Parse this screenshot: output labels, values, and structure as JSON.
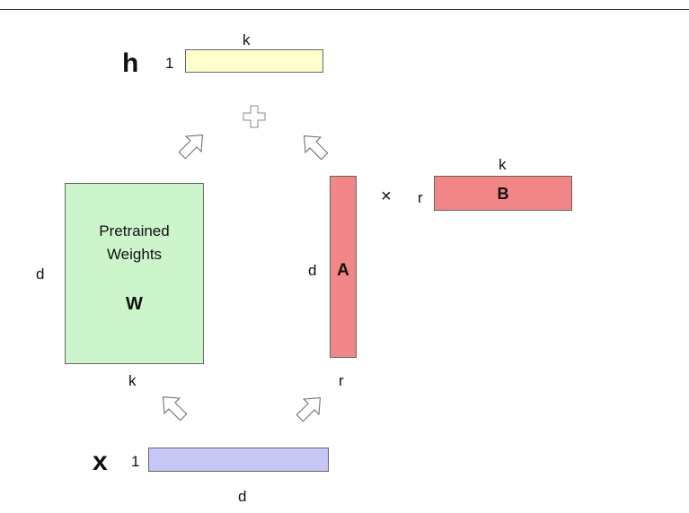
{
  "title": "",
  "output": {
    "symbol": "h",
    "rows": "1",
    "cols": "k",
    "color": "#ffffcc"
  },
  "input": {
    "symbol": "x",
    "rows": "1",
    "cols": "d",
    "color": "#c7c7f5"
  },
  "pretrained": {
    "line1": "Pretrained",
    "line2": "Weights",
    "symbol": "W",
    "rows": "d",
    "cols": "k",
    "color": "#ccf5cc"
  },
  "adapter_a": {
    "symbol": "A",
    "rows": "d",
    "cols": "r",
    "color": "#f28585"
  },
  "adapter_b": {
    "symbol": "B",
    "rows": "r",
    "cols": "k",
    "color": "#f28585"
  },
  "multiply_sign": "×",
  "icons": [
    "plus-icon",
    "arrow-icon"
  ]
}
